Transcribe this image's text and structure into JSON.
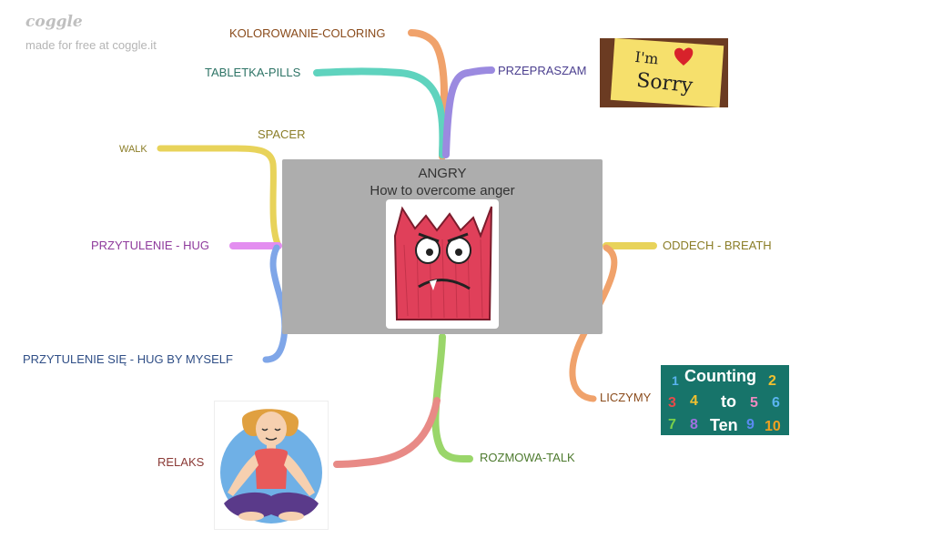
{
  "brand": {
    "logo": "coggle",
    "tagline": "made for free at coggle.it"
  },
  "central": {
    "title": "ANGRY",
    "subtitle": "How to overcome anger",
    "image_icon": "red-monster-illustration"
  },
  "branches": [
    {
      "label": "KOLOROWANIE-COLORING",
      "color": "#f0a26b",
      "text_color": "#8a4b1b"
    },
    {
      "label": "TABLETKA-PILLS",
      "color": "#5fd3be",
      "text_color": "#2e7466"
    },
    {
      "label": "PRZEPRASZAM",
      "color": "#9b8ae0",
      "text_color": "#4b3f8f"
    },
    {
      "label": "SPACER",
      "color": "#e8d35a",
      "text_color": "#8b7d27"
    },
    {
      "label": "WALK",
      "color": "#e8d35a",
      "text_color": "#8b7d27"
    },
    {
      "label": "PRZYTULENIE - HUG",
      "color": "#e38ef0",
      "text_color": "#8e3a9c"
    },
    {
      "label": "PRZYTULENIE SIĘ - HUG BY MYSELF",
      "color": "#7fa6e8",
      "text_color": "#2f4e86"
    },
    {
      "label": "ODDECH - BREATH",
      "color": "#e8d35a",
      "text_color": "#8b7d27"
    },
    {
      "label": "LICZYMY",
      "color": "#f0a26b",
      "text_color": "#8a4b1b"
    },
    {
      "label": "ROZMOWA-TALK",
      "color": "#9ad66a",
      "text_color": "#4d7a2e"
    },
    {
      "label": "RELAKS",
      "color": "#e88a86",
      "text_color": "#8b3a36"
    }
  ],
  "images": {
    "sorry_note": {
      "line1": "I'm",
      "line2": "Sorry",
      "icon": "sorry-sticky-note"
    },
    "counting": {
      "title": "Counting",
      "word_to": "to",
      "word_ten": "Ten",
      "numbers": [
        "1",
        "2",
        "3",
        "4",
        "5",
        "6",
        "7",
        "8",
        "9",
        "10"
      ],
      "icon": "counting-to-ten-poster"
    },
    "meditation": {
      "icon": "meditating-woman-illustration"
    }
  }
}
